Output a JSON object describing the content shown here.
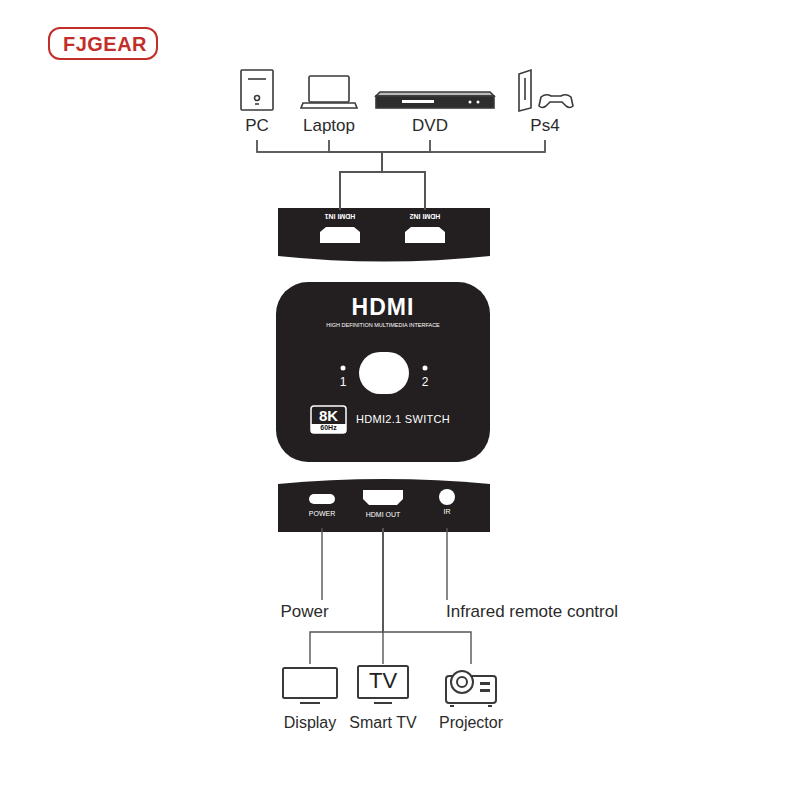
{
  "diagram": {
    "nodes": [
      {
        "text": [
          "FJGEAR"
        ]
      },
      {
        "text": [
          "PC"
        ]
      },
      {
        "text": [
          "Laptop"
        ]
      },
      {
        "text": [
          "DVD"
        ]
      },
      {
        "text": [
          "Ps4"
        ]
      },
      {
        "text": [
          "HDMI IN1"
        ]
      },
      {
        "text": [
          "HDMI IN2"
        ]
      },
      {
        "text": [
          "HDMI",
          "HIGH DEFINITION MULTIMEDIA INTERFACE",
          "1",
          "2",
          "HDMI2.1 SWITCH"
        ]
      },
      {
        "text": [
          "8K",
          "60Hz"
        ],
        "in": 7
      },
      {
        "text": [
          "POWER"
        ]
      },
      {
        "text": [
          "HDMI OUT"
        ]
      },
      {
        "text": [
          "IR"
        ]
      },
      {
        "text": [
          "Power"
        ]
      },
      {
        "text": [
          "Infrared remote control"
        ]
      },
      {
        "text": [
          "Display"
        ]
      },
      {
        "text": [
          "TV",
          "Smart TV"
        ]
      },
      {
        "text": [
          "Projector"
        ]
      }
    ],
    "edges": [
      {
        "from": 1,
        "to": 5,
        "arrow": "none"
      },
      {
        "from": 1,
        "to": 6,
        "arrow": "none"
      },
      {
        "from": 2,
        "to": 5,
        "arrow": "none"
      },
      {
        "from": 2,
        "to": 6,
        "arrow": "none"
      },
      {
        "from": 3,
        "to": 5,
        "arrow": "none"
      },
      {
        "from": 3,
        "to": 6,
        "arrow": "none"
      },
      {
        "from": 4,
        "to": 5,
        "arrow": "none"
      },
      {
        "from": 4,
        "to": 6,
        "arrow": "none"
      },
      {
        "from": 9,
        "to": 12,
        "arrow": "none"
      },
      {
        "from": 10,
        "to": 14,
        "arrow": "none"
      },
      {
        "from": 10,
        "to": 15,
        "arrow": "none"
      },
      {
        "from": 10,
        "to": 16,
        "arrow": "none"
      },
      {
        "from": 11,
        "to": 13,
        "arrow": "none"
      }
    ]
  }
}
